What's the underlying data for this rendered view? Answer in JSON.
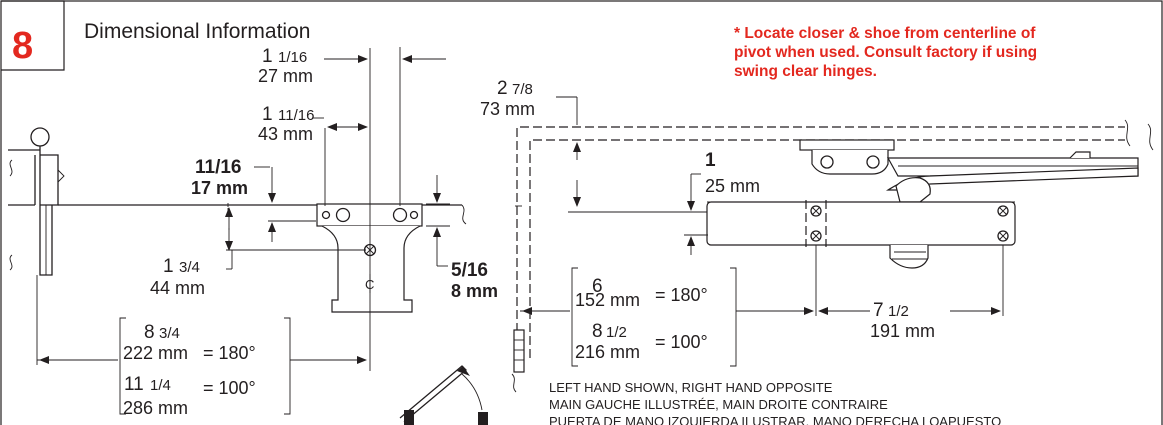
{
  "badge": "8",
  "title": "Dimensional Information",
  "note": {
    "line1": "* Locate closer & shoe from centerline of",
    "line2": "pivot when used. Consult factory if using",
    "line3": "swing clear hinges."
  },
  "dims": {
    "d1": {
      "whole": "1",
      "frac": "1/16",
      "mm": "27 mm"
    },
    "d2": {
      "whole": "1",
      "frac": "11/16",
      "mm": "43 mm"
    },
    "d3": {
      "inch": "11/16",
      "mm": "17 mm"
    },
    "d4": {
      "whole": "1",
      "frac": "3/4",
      "mm": "44 mm"
    },
    "d5": {
      "inch": "5/16",
      "mm": "8 mm"
    },
    "d6": {
      "whole": "2",
      "frac": "7/8",
      "mm": "73 mm"
    },
    "d7": {
      "inch": "1",
      "mm": "25 mm"
    },
    "d8": {
      "whole": "7",
      "frac": "1/2",
      "mm": "191 mm"
    }
  },
  "boxLeft": {
    "row1": {
      "whole": "8",
      "frac": "3/4",
      "mm": "222 mm",
      "angle": "= 180°"
    },
    "row2": {
      "whole": "11",
      "frac": "1/4",
      "mm": "286 mm",
      "angle": "= 100°"
    }
  },
  "boxRight": {
    "row1": {
      "whole": "6",
      "frac": "",
      "mm": "152 mm",
      "angle": "= 180°"
    },
    "row2": {
      "whole": "8",
      "frac": "1/2",
      "mm": "216 mm",
      "angle": "= 100°"
    }
  },
  "hand": {
    "en": "LEFT HAND SHOWN, RIGHT HAND OPPOSITE",
    "fr": "MAIN GAUCHE ILLUSTRÉE, MAIN DROITE CONTRAIRE",
    "es": "PUERTA DE MANO IZQUIERDA ILUSTRAR, MANO DERECHA LOAPUESTO"
  },
  "pivot_symbol": "C"
}
